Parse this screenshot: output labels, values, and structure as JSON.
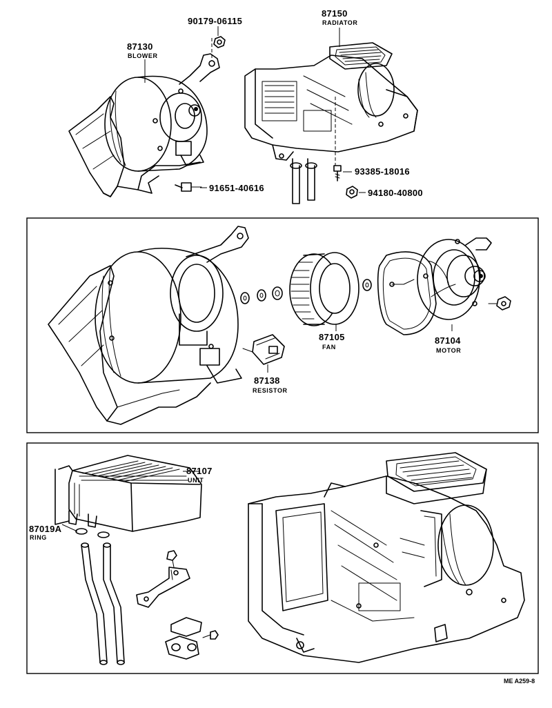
{
  "labels": {
    "screw_top": {
      "number": "90179-06115"
    },
    "radiator": {
      "number": "87150",
      "name": "RADIATOR"
    },
    "blower": {
      "number": "87130",
      "name": "BLOWER"
    },
    "bolt_right": {
      "number": "93385-18016"
    },
    "bolt_left": {
      "number": "91651-40616"
    },
    "nut_right": {
      "number": "94180-40800"
    },
    "fan": {
      "number": "87105",
      "name": "FAN"
    },
    "motor": {
      "number": "87104",
      "name": "MOTOR"
    },
    "resistor": {
      "number": "87138",
      "name": "RESISTOR"
    },
    "unit": {
      "number": "87107",
      "name": "UNIT"
    },
    "ring": {
      "number": "87019A",
      "name": "RING"
    }
  },
  "diagram_code": "ME A259-8"
}
